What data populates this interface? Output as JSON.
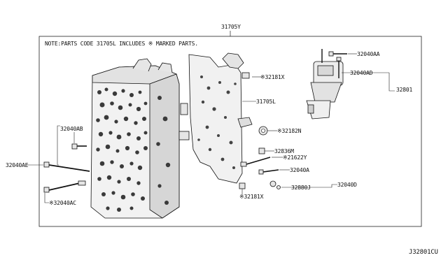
{
  "diagram": {
    "diagram_code": "J32801CU",
    "note": "NOTE:PARTS CODE 31705L INCLUDES ※ MARKED PARTS.",
    "labels": {
      "assembly": "31705Y",
      "sub_assembly": "31705L",
      "actuator": "32801",
      "bolt_aa": "32040AA",
      "bolt_ad": "32040AD",
      "plug_181_top": "※32181X",
      "washer_182n": "※32182N",
      "bolt_ab": "32040AB",
      "bolt_ae": "32040AE",
      "bolt_ac": "※32040AC",
      "part_836m": "32836M",
      "part_622y": "※21622Y",
      "bolt_a": "32040A",
      "part_880j": "32880J",
      "bolt_d": "32040D",
      "plug_181_bottom": "※32181X"
    }
  }
}
